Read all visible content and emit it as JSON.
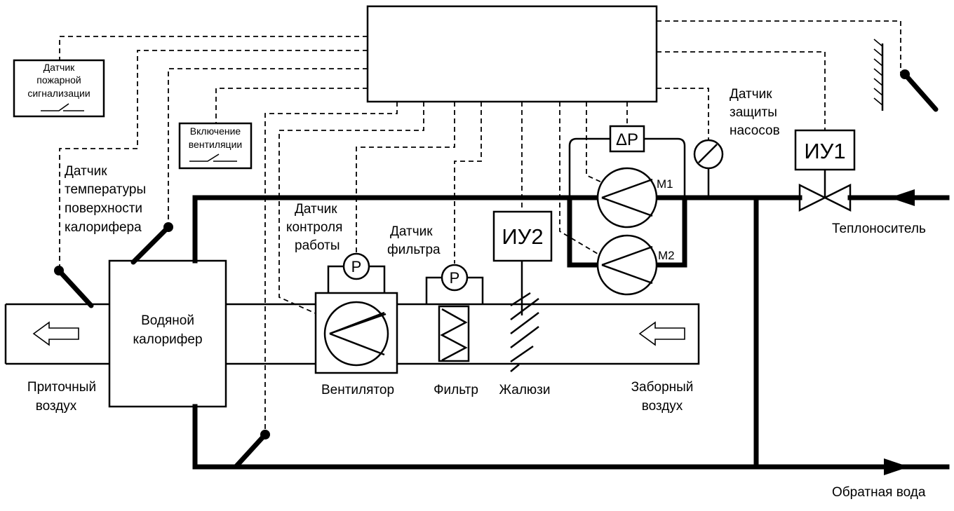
{
  "labels": {
    "fire_sensor_1": "Датчик",
    "fire_sensor_2": "пожарной",
    "fire_sensor_3": "сигнализации",
    "vent_on_1": "Включение",
    "vent_on_2": "вентиляции",
    "temp_sensor_1": "Датчик",
    "temp_sensor_2": "температуры",
    "temp_sensor_3": "поверхности",
    "temp_sensor_4": "калорифера",
    "work_sensor_1": "Датчик",
    "work_sensor_2": "контроля",
    "work_sensor_3": "работы",
    "filter_sensor_1": "Датчик",
    "filter_sensor_2": "фильтра",
    "pump_protect_1": "Датчик",
    "pump_protect_2": "защиты",
    "pump_protect_3": "насосов",
    "iu1": "ИУ1",
    "iu2": "ИУ2",
    "dp": "ΔP",
    "p_fan": "P",
    "p_filter": "P",
    "m1": "М1",
    "m2": "М2",
    "coolant": "Теплоноситель",
    "return_water": "Обратная вода",
    "heater_1": "Водяной",
    "heater_2": "калорифер",
    "fan": "Вентилятор",
    "filter": "Фильтр",
    "louver": "Жалюзи",
    "supply_air_1": "Приточный",
    "supply_air_2": "воздух",
    "intake_air_1": "Заборный",
    "intake_air_2": "воздух"
  }
}
